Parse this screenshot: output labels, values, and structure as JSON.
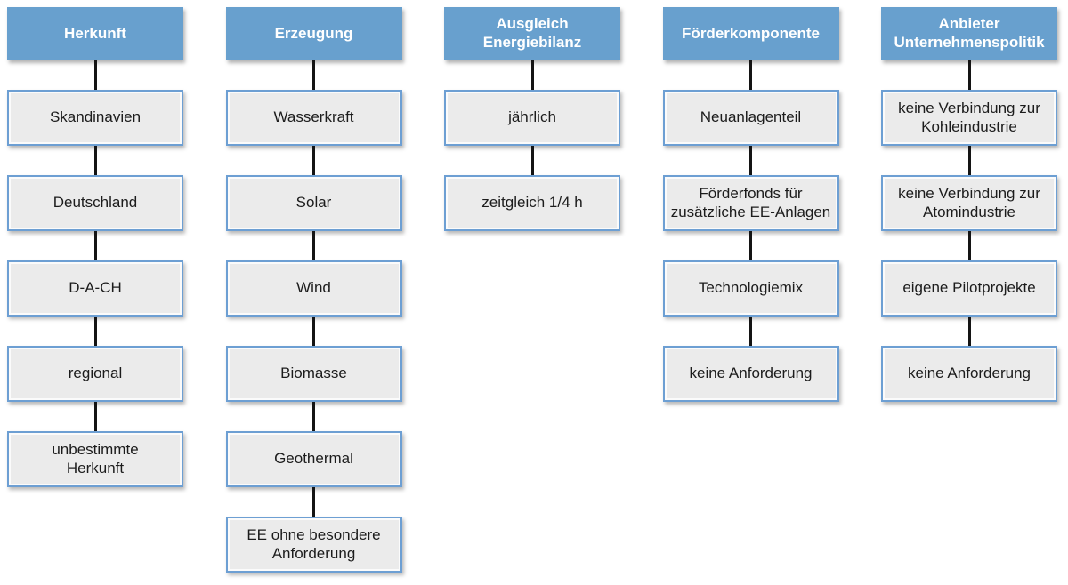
{
  "diagram": {
    "type": "morphological-box",
    "colors": {
      "header_bg": "#68a0ce",
      "header_text": "#ffffff",
      "box_bg": "#ebebeb",
      "box_border": "#6d9fd3",
      "connector": "#141414",
      "text": "#1c1c1c"
    },
    "columns": [
      {
        "header": "Herkunft",
        "items": [
          "Skandinavien",
          "Deutschland",
          "D-A-CH",
          "regional",
          "unbestimmte\nHerkunft"
        ]
      },
      {
        "header": "Erzeugung",
        "items": [
          "Wasserkraft",
          "Solar",
          "Wind",
          "Biomasse",
          "Geothermal",
          "EE ohne besondere\nAnforderung"
        ]
      },
      {
        "header": "Ausgleich\nEnergiebilanz",
        "items": [
          "jährlich",
          "zeitgleich 1/4 h"
        ]
      },
      {
        "header": "Förderkomponente",
        "items": [
          "Neuanlagenteil",
          "Förderfonds für\nzusätzliche EE-Anlagen",
          "Technologiemix",
          "keine Anforderung"
        ]
      },
      {
        "header": "Anbieter\nUnternehmenspolitik",
        "items": [
          "keine Verbindung zur\nKohleindustrie",
          "keine Verbindung zur\nAtomindustrie",
          "eigene Pilotprojekte",
          "keine Anforderung"
        ]
      }
    ]
  }
}
